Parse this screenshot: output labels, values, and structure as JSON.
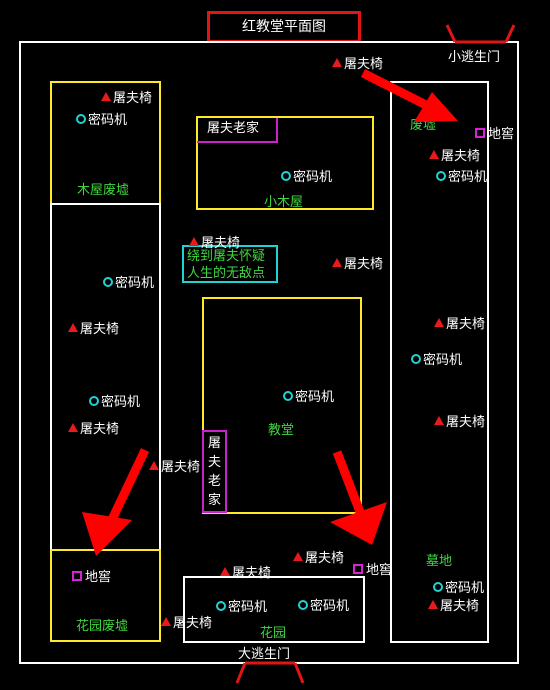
{
  "title": "红教堂平面图",
  "exits": {
    "small": "小逃生门",
    "big": "大逃生门"
  },
  "areas": {
    "wood_ruins": "木屋废墟",
    "cabin": "小木屋",
    "ruins": "废墟",
    "church": "教堂",
    "garden_ruins": "花园废墟",
    "garden": "花园",
    "graveyard": "墓地"
  },
  "butcher_home_label": "屠夫老家",
  "butcher_home_vertical": [
    "屠",
    "夫",
    "老",
    "家"
  ],
  "hint": [
    "绕到屠夫怀疑",
    "人生的无敌点"
  ],
  "legend": {
    "chair": "屠夫椅",
    "cipher": "密码机",
    "hatch": "地窖"
  },
  "colors": {
    "title_border": "#e21414",
    "wall": "#ffffff",
    "room": "#ffea2a",
    "area_text": "#3fd63f",
    "chair": "#e81a1a",
    "cipher": "#1fd3d3",
    "hatch": "#d822d8",
    "arrow": "#ff0000"
  }
}
